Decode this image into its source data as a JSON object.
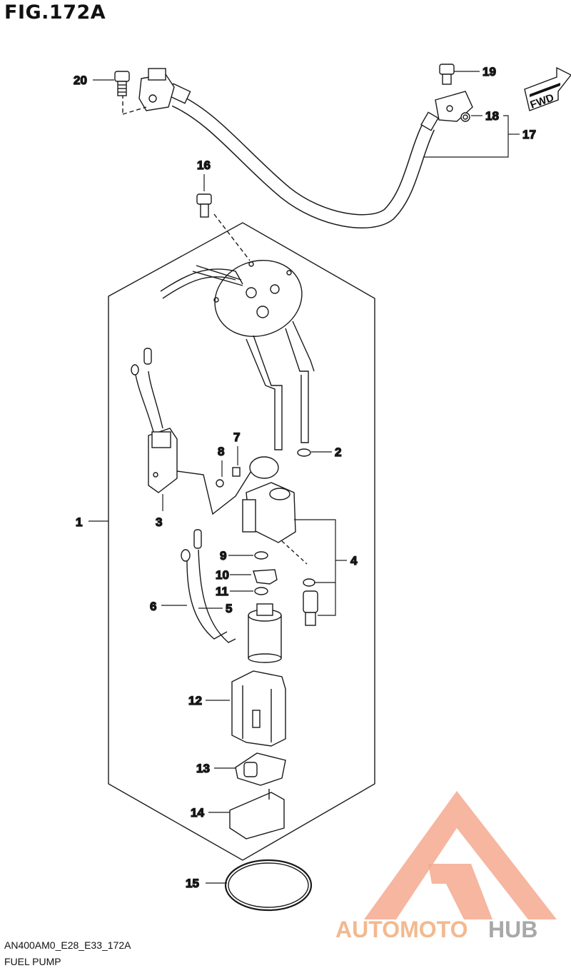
{
  "header": {
    "title": "FIG.172A"
  },
  "footer": {
    "code": "AN400AM0_E28_E33_172A",
    "name": "FUEL PUMP"
  },
  "badge": {
    "fwd": "FWD"
  },
  "watermark": {
    "text_part1": "AUTOMOTO",
    "text_part2": "HUB",
    "color_primary": "#f4a98f",
    "color_secondary": "#a8a8a8"
  },
  "callouts": [
    "1",
    "2",
    "3",
    "4",
    "5",
    "6",
    "7",
    "8",
    "9",
    "10",
    "11",
    "12",
    "13",
    "14",
    "15",
    "16",
    "17",
    "18",
    "19",
    "20"
  ],
  "colors": {
    "line": "#1a1a1a",
    "fill": "#ffffff"
  }
}
